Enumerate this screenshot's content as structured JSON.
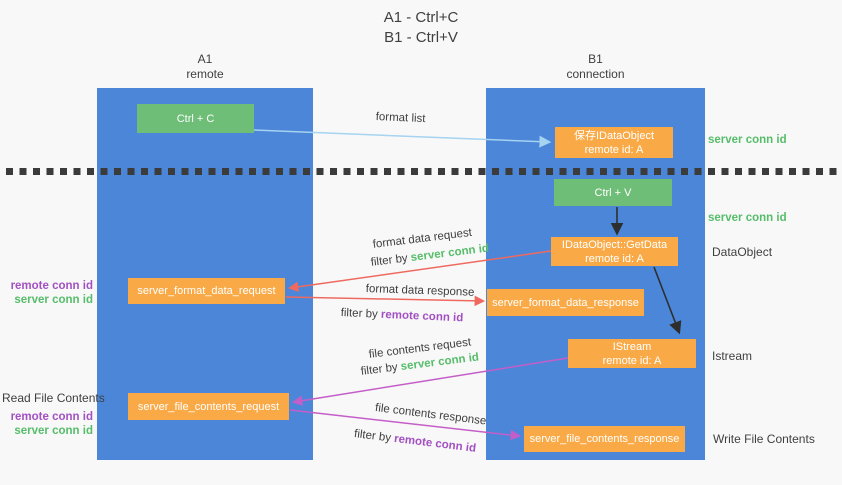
{
  "colors": {
    "background": "#f8f8f8",
    "column_blue": "#4b86d9",
    "box_green": "#6fbe77",
    "box_orange": "#f9aa47",
    "arrow_red": "#ee6a5f",
    "arrow_magenta": "#c45ec8",
    "arrow_blue": "#a5d3f0",
    "arrow_black": "#2e2e2e",
    "label_green": "#56bd6a",
    "label_purple": "#a350c3",
    "text_dark": "#3f3f3f"
  },
  "title": {
    "line1": "A1 - Ctrl+C",
    "line2": "B1 - Ctrl+V"
  },
  "lanes": {
    "left": {
      "name": "A1",
      "role": "remote"
    },
    "right": {
      "name": "B1",
      "role": "connection"
    }
  },
  "nodes": {
    "ctrl_c": {
      "label": "Ctrl + C"
    },
    "ctrl_v": {
      "label": "Ctrl + V"
    },
    "save_dataobject": {
      "line1": "保存IDataObject",
      "line2": "remote id: A"
    },
    "getdata": {
      "line1": "IDataObject::GetData",
      "line2": "remote id: A"
    },
    "istream": {
      "line1": "IStream",
      "line2": "remote id: A"
    },
    "format_request": {
      "label": "server_format_data_request"
    },
    "format_response": {
      "label": "server_format_data_response"
    },
    "file_request": {
      "label": "server_file_contents_request"
    },
    "file_response": {
      "label": "server_file_contents_response"
    }
  },
  "messages": {
    "format_list": {
      "label": "format list"
    },
    "format_request": {
      "label": "format data request",
      "filter_prefix": "filter by ",
      "filter_key": "server conn id"
    },
    "format_response": {
      "label": "format data response",
      "filter_prefix": "filter by ",
      "filter_key": "remote conn id"
    },
    "file_request": {
      "label": "file contents request",
      "filter_prefix": "filter by ",
      "filter_key": "server conn id"
    },
    "file_response": {
      "label": "file contents response",
      "filter_prefix": "filter by ",
      "filter_key": "remote conn id"
    }
  },
  "margins": {
    "left": {
      "format_remote": "remote conn id",
      "format_server": "server conn id",
      "read_file": "Read File Contents",
      "file_remote": "remote conn id",
      "file_server": "server conn id"
    },
    "right": {
      "server_top": "server conn id",
      "server_mid": "server conn id",
      "dataobject": "DataObject",
      "istream": "Istream",
      "write_file": "Write File Contents"
    }
  }
}
